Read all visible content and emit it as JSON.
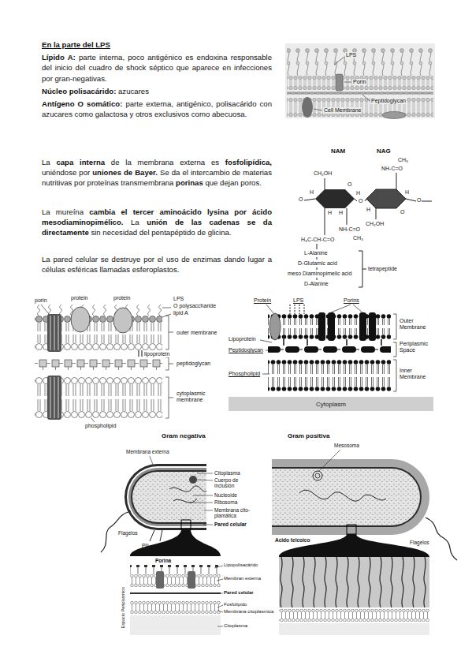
{
  "diagram": {
    "nodes": [
      {
        "text": [
          "Cytoplasm"
        ]
      }
    ],
    "labels": [
      "En la parte del LPS",
      "Lípido A:",
      "parte interna, poco antigénico es endoxina responsable del inicio del cuadro de shock séptico que aparece en infecciones por gran-negativas.",
      "Núcleo polisacárido:",
      "azucares",
      "Antígeno O somático:",
      "parte externa, antigénico, polisacárido con azucares como galactosa y otros exclusivos como abecuosa.",
      "La",
      "capa interna",
      "de la membrana externa es",
      "fosfolipídica,",
      "uniéndose por",
      "uniones de Bayer.",
      "Se da el intercambio de materias nutritivas por proteínas transmembrana",
      "porinas",
      "que dejan poros.",
      "La mureína",
      "cambia el tercer aminoácido lysina por ácido mesodiaminopimélico.",
      "La",
      "unión de las cadenas se da directamente",
      "sin necesidad del pentapéptido de glicina.",
      "La pared celular se destruye por el uso de enzimas dando lugar a células esféricas llamadas esferoplastos.",
      "LPS",
      "Porin",
      "Cell Membrane",
      "Peptidoglycan",
      "NAM",
      "NAG",
      "CH₂OH",
      "CH₃",
      "NH-C=O",
      "O",
      "O",
      "O",
      "O",
      "O",
      "H",
      "H",
      "H",
      "H",
      "H",
      "H",
      "NH-C=O",
      "CH₃",
      "CH₂OH",
      "H₃C-CH-C=O",
      "L-Alanine",
      "D-Glutamic acid",
      "meso Diaminopimelic acid",
      "D-Alanine",
      "tetrapeptide",
      "protein",
      "protein",
      "LPS",
      "O polysaccharide",
      "lipid A",
      "porin",
      "outer membrane",
      "lipoprotein",
      "peptidoglycan",
      "cytoplasmic membrane",
      "phospholipid",
      "Protein",
      "LPS",
      "Porins",
      "Outer Membrane",
      "Lipoprotein",
      "Periplasmic Space",
      "Peptidoglycan",
      "Inner Membrane",
      "Phospholipid",
      "Gram negativa",
      "Gram positiva",
      "Membrana externa",
      "Mesosoma",
      "Citoplasma",
      "Cuerpo de inclusión",
      "Nucleoide",
      "Ribosoma",
      "Membrana cito- plamática",
      "Pared celular",
      "Flagelos",
      "Pili",
      "Flagelos",
      "Acido teicoico",
      "Porina",
      "Lipopolisacárido",
      "Membran externa",
      "Pared celular",
      "Fosfolípido",
      "Membrana citoplasmica",
      "Citoplasma",
      "Espacio Periplasmico"
    ]
  }
}
